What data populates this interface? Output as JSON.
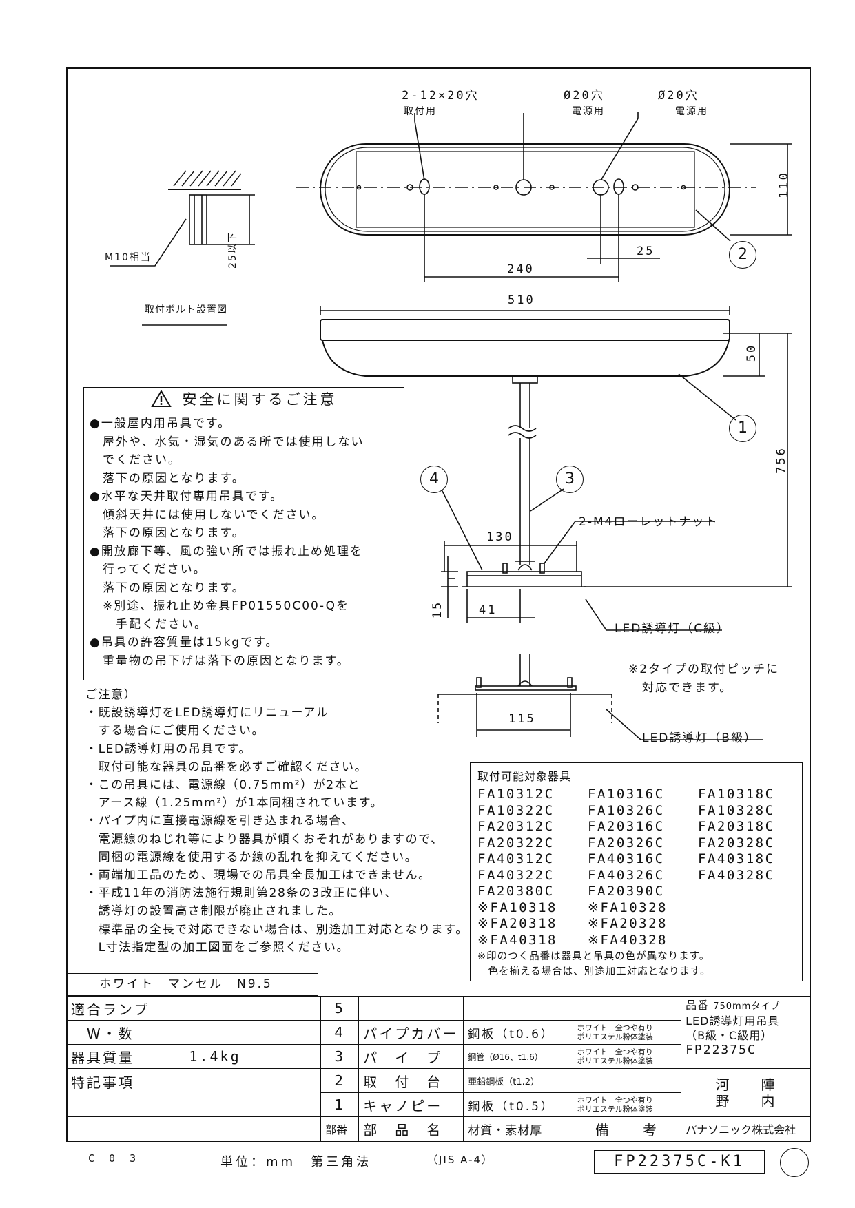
{
  "holes": {
    "mount_holes": "2-12×20穴",
    "mount_use": "取付用",
    "power_hole_1": "Ø20穴",
    "power_use_1": "電源用",
    "power_hole_2": "Ø20穴",
    "power_use_2": "電源用"
  },
  "dims": {
    "d110": "110",
    "d25": "25",
    "d240": "240",
    "d510": "510",
    "d50": "50",
    "d756": "756",
    "d130": "130",
    "d15": "15",
    "d41": "41",
    "d115": "115",
    "bolt_len": "25以下"
  },
  "bolt": {
    "spec": "M10相当",
    "caption": "取付ボルト設置図"
  },
  "callouts": {
    "c1": "1",
    "c2": "2",
    "c3": "3",
    "c4": "4",
    "nut": "2-M4ローレットナット",
    "led_c": "LED誘導灯（C級）",
    "led_b": "LED誘導灯（B級）",
    "pitch_note_1": "※2タイプの取付ピッチに",
    "pitch_note_2": "対応できます。"
  },
  "safety": {
    "title": "安全に関するご注意",
    "lines": [
      "●一般屋内用吊具です。",
      "　屋外や、水気・湿気のある所では使用しない",
      "　でください。",
      "　落下の原因となります。",
      "●水平な天井取付専用吊具です。",
      "　傾斜天井には使用しないでください。",
      "　落下の原因となります。",
      "●開放廊下等、風の強い所では振れ止め処理を",
      "　行ってください。",
      "　落下の原因となります。",
      "　※別途、振れ止め金具FP01550C00-Qを",
      "　　手配ください。",
      "●吊具の許容質量は15kgです。",
      "　重量物の吊下げは落下の原因となります。"
    ]
  },
  "notes": {
    "heading": "ご注意）",
    "lines": [
      "・既設誘導灯をLED誘導灯にリニューアル",
      "　する場合にご使用ください。",
      "・LED誘導灯用の吊具です。",
      "　取付可能な器具の品番を必ずご確認ください。",
      "・この吊具には、電源線（0.75mm²）が2本と",
      "　アース線（1.25mm²）が1本同梱されています。",
      "・パイプ内に直接電源線を引き込まれる場合、",
      "　電源線のねじれ等により器具が傾くおそれがありますので、",
      "　同梱の電源線を使用するか線の乱れを抑えてください。",
      "・両端加工品のため、現場での吊具全長加工はできません。",
      "・平成11年の消防法施行規則第28条の3改正に伴い、",
      "　誘導灯の設置高さ制限が廃止されました。",
      "　標準品の全長で対応できない場合は、別途加工対応となります。",
      "　L寸法指定型の加工図面をご参照ください。"
    ]
  },
  "fixtures": {
    "title": "取付可能対象器具",
    "items": [
      "FA10312C",
      "FA10316C",
      "FA10318C",
      "FA10322C",
      "FA10326C",
      "FA10328C",
      "FA20312C",
      "FA20316C",
      "FA20318C",
      "FA20322C",
      "FA20326C",
      "FA20328C",
      "FA40312C",
      "FA40316C",
      "FA40318C",
      "FA40322C",
      "FA40326C",
      "FA40328C",
      "FA20380C",
      "FA20390C",
      "",
      "※FA10318",
      "※FA10328",
      "",
      "※FA20318",
      "※FA20328",
      "",
      "※FA40318",
      "※FA40328",
      ""
    ],
    "note_1": "※印のつく品番は器具と吊具の色が異なります。",
    "note_2": "　色を揃える場合は、別途加工対応となります。"
  },
  "titleblock": {
    "color": "ホワイト　マンセル　N9.5",
    "lamp_label": "適合ランプ",
    "lamp_value": "",
    "watt_label": "W・数",
    "watt_value": "",
    "weight_label": "器具質量",
    "weight_value": "1.4kg",
    "special_label": "特記事項",
    "parts": [
      {
        "no": "5",
        "name": "",
        "material": "",
        "remark": ""
      },
      {
        "no": "4",
        "name": "パイプカバー",
        "material": "鋼板（t0.6）",
        "remark": "ホワイト　全つや有り\nポリエステル粉体塗装"
      },
      {
        "no": "3",
        "name": "パ　イ　プ",
        "material": "鋼管（Ø16、t1.6）",
        "remark": "ホワイト　全つや有り\nポリエステル粉体塗装"
      },
      {
        "no": "2",
        "name": "取　付　台",
        "material": "亜鉛鋼板（t1.2）",
        "remark": ""
      },
      {
        "no": "1",
        "name": "キャノピー",
        "material": "鋼板（t0.5）",
        "remark": "ホワイト　全つや有り\nポリエステル粉体塗装"
      }
    ],
    "hdr_no": "部番",
    "hdr_name": "部　品　名",
    "hdr_material": "材質・素材厚",
    "hdr_remark": "備　　考",
    "product_label": "品番",
    "product_type": "750mmタイプ",
    "product_name_1": "LED誘導灯用吊具",
    "product_name_2": "（B級・C級用）",
    "product_code": "FP22375C",
    "sign_1": "河　　陣",
    "sign_2": "野　　内",
    "company": "パナソニック株式会社"
  },
  "footer": {
    "rev": "C 0 3",
    "units": "単位：mm　第三角法",
    "paper": "（JIS A-4）",
    "drawing_no": "FP22375C-K1"
  }
}
